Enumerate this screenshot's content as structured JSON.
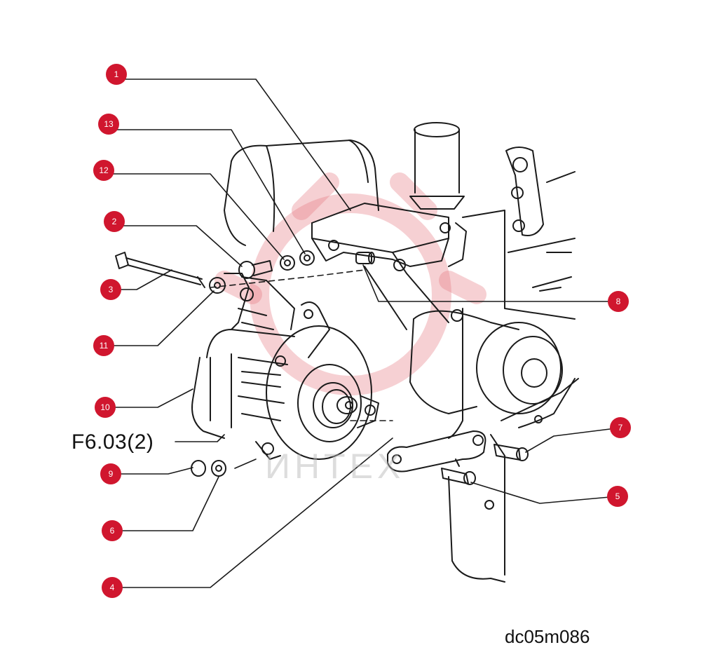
{
  "diagram": {
    "reference_label": "F6.03(2)",
    "drawing_code": "dc05m086",
    "watermark": "ИНТЕХ",
    "marker_color": "#d0162e",
    "callouts": [
      {
        "id": "1",
        "label": "1"
      },
      {
        "id": "2",
        "label": "2"
      },
      {
        "id": "3",
        "label": "3"
      },
      {
        "id": "4",
        "label": "4"
      },
      {
        "id": "5",
        "label": "5"
      },
      {
        "id": "6",
        "label": "6"
      },
      {
        "id": "7",
        "label": "7"
      },
      {
        "id": "8",
        "label": "8"
      },
      {
        "id": "9",
        "label": "9"
      },
      {
        "id": "10",
        "label": "10"
      },
      {
        "id": "11",
        "label": "11"
      },
      {
        "id": "12",
        "label": "12"
      },
      {
        "id": "13",
        "label": "13"
      }
    ]
  }
}
